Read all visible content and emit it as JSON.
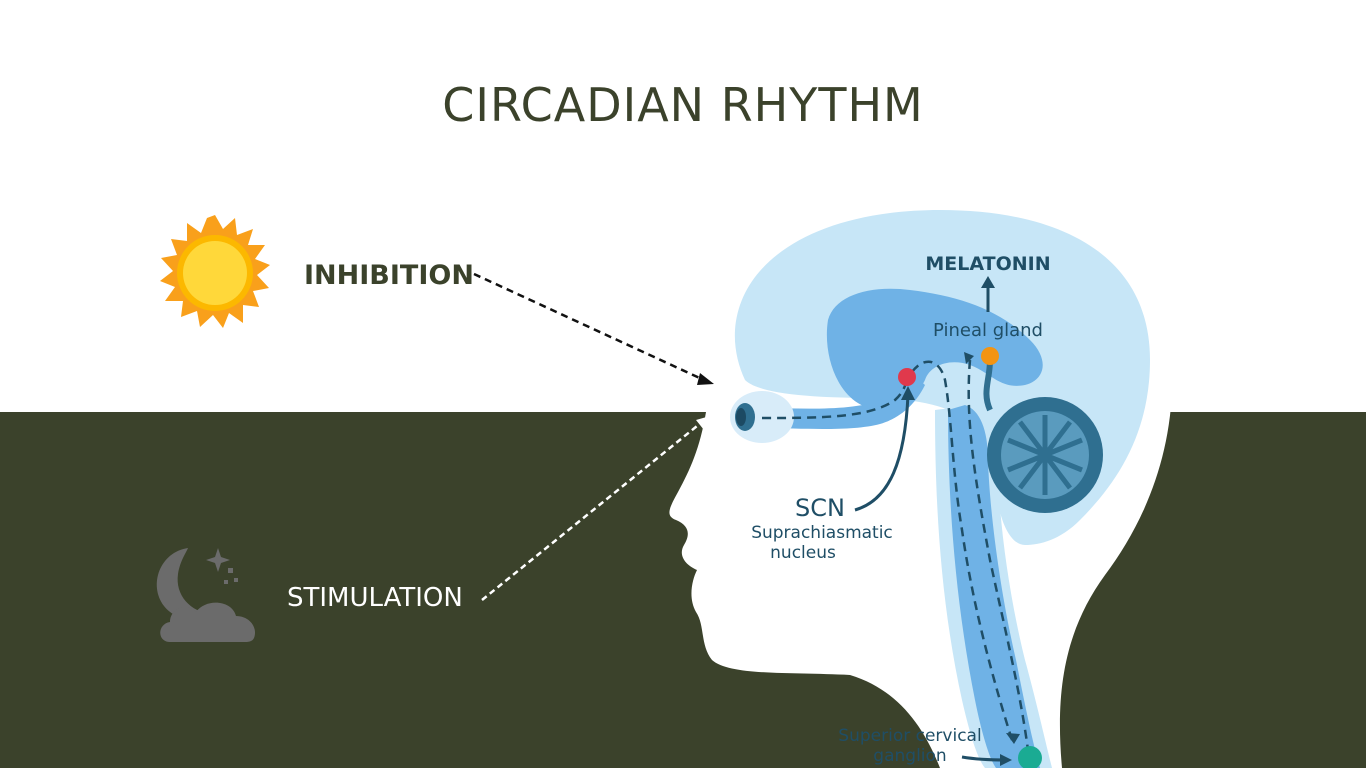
{
  "title": "CIRCADIAN RHYTHM",
  "inputs": {
    "inhibition": "INHIBITION",
    "stimulation": "STIMULATION"
  },
  "brain_labels": {
    "melatonin": "MELATONIN",
    "pineal_gland": "Pineal gland",
    "scn": "SCN",
    "scn_line1": "Suprachiasmatic",
    "scn_line2": "nucleus",
    "ganglion_line1": "Superior cervical",
    "ganglion_line2": "ganglion"
  },
  "icons": {
    "sun": "sun-icon",
    "night": "moon-cloud-icon"
  },
  "colors": {
    "background_dark": "#3b422b",
    "title": "#3b422b",
    "brain_light": "#c7e6f7",
    "brain_mid": "#6fb2e6",
    "brain_dark": "#2f6f90",
    "scn_dot": "#e0394c",
    "pineal_dot": "#f39412",
    "ganglion_dot": "#1aab93",
    "sun": "#ffc61b",
    "moon_cloud": "#6b6b6b"
  }
}
